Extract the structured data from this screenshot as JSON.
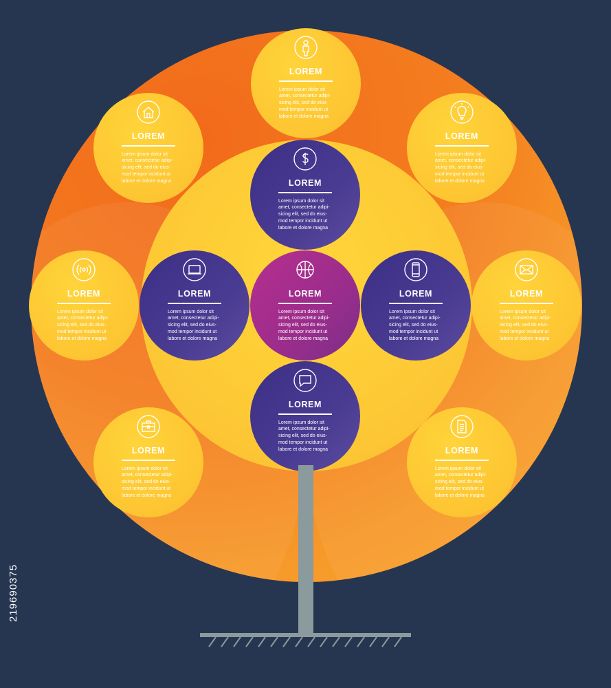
{
  "nodes": {
    "top": {
      "title": "LOREM",
      "body": "Lorem ipsum dolor sit\namet, consectetur adipi-\nsicing elit, sed do eius-\nmod tempor incidunt ut\nlabore et dolore magna",
      "icon": "person-icon"
    },
    "upper_left": {
      "title": "LOREM",
      "body": "Lorem ipsum dolor sit\namet, consectetur adipi-\nsicing elit, sed do eius-\nmod tempor incidunt ut\nlabore et dolore magna",
      "icon": "home-icon"
    },
    "upper_right": {
      "title": "LOREM",
      "body": "Lorem ipsum dolor sit\namet, consectetur adipi-\nsicing elit, sed do eius-\nmod tempor incidunt ut\nlabore et dolore magna",
      "icon": "lightbulb-icon"
    },
    "money": {
      "title": "LOREM",
      "body": "Lorem ipsum dolor sit\namet, consectetur adipi-\nsicing elit, sed do eius-\nmod tempor incidunt ut\nlabore et dolore magna",
      "icon": "dollar-icon"
    },
    "left_outer": {
      "title": "LOREM",
      "body": "Lorem ipsum dolor sit\namet, consectetur adipi-\nsicing elit, sed do eius-\nmod tempor incidunt ut\nlabore et dolore magna",
      "icon": "wireless-icon"
    },
    "laptop": {
      "title": "LOREM",
      "body": "Lorem ipsum dolor sit\namet, consectetur adipi-\nsicing elit, sed do eius-\nmod tempor incidunt ut\nlabore et dolore magna",
      "icon": "laptop-icon"
    },
    "center": {
      "title": "LOREM",
      "body": "Lorem ipsum dolor sit\namet, consectetur adipi-\nsicing elit, sed do eius-\nmod tempor incidunt ut\nlabore et dolore magna",
      "icon": "basketball-icon"
    },
    "phone": {
      "title": "LOREM",
      "body": "Lorem ipsum dolor sit\namet, consectetur adipi-\nsicing elit, sed do eius-\nmod tempor incidunt ut\nlabore et dolore magna",
      "icon": "smartphone-icon"
    },
    "right_outer": {
      "title": "LOREM",
      "body": "Lorem ipsum dolor sit\namet, consectetur adipi-\nsicing elit, sed do eius-\nmod tempor incidunt ut\nlabore et dolore magna",
      "icon": "envelope-icon"
    },
    "chat": {
      "title": "LOREM",
      "body": "Lorem ipsum dolor sit\namet, consectetur adipi-\nsicing elit, sed do eius-\nmod tempor incidunt ut\nlabore et dolore magna",
      "icon": "chat-bubble-icon"
    },
    "lower_left": {
      "title": "LOREM",
      "body": "Lorem ipsum dolor sit\namet, consectetur adipi-\nsicing elit, sed do eius-\nmod tempor incidunt ut\nlabore et dolore magna",
      "icon": "briefcase-icon"
    },
    "lower_right": {
      "title": "LOREM",
      "body": "Lorem ipsum dolor sit\namet, consectetur adipi-\nsicing elit, sed do eius-\nmod tempor incidunt ut\nlabore et dolore magna",
      "icon": "document-icon"
    }
  },
  "watermark": {
    "text": "219690375"
  },
  "colors": {
    "background": "#263651",
    "outer_circle": "#f47d1f",
    "inner_circle": "#fdc935",
    "node_yellow": "#fdc532",
    "node_blue": "#463889",
    "node_magenta": "#a02d8c",
    "trunk": "#8b9a9c"
  }
}
